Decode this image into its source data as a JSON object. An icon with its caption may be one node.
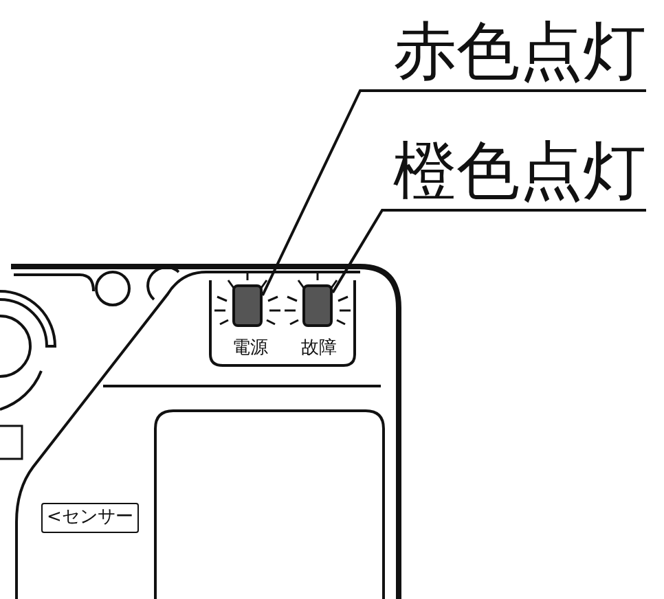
{
  "diagram": {
    "nodes": [
      {
        "text": [
          "赤色点灯"
        ]
      },
      {
        "text": [
          "橙色点灯"
        ]
      },
      {
        "text": [],
        "shape": "box"
      },
      {
        "text": [],
        "shape": "box"
      }
    ],
    "edges": [
      {
        "from": 0,
        "to": 2,
        "arrow": "none"
      },
      {
        "from": 1,
        "to": 3,
        "arrow": "none"
      }
    ],
    "labels": [
      "電源",
      "故障",
      "<センサー"
    ]
  }
}
